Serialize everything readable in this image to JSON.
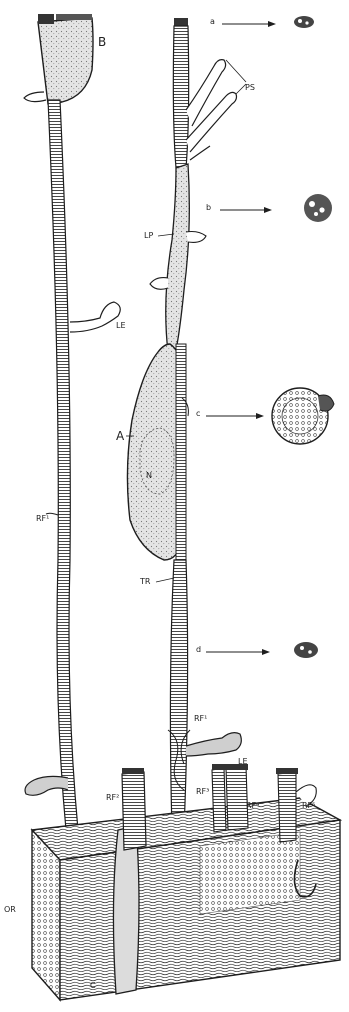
{
  "figure": {
    "labels": {
      "B": "B",
      "PS": "PS",
      "LP": "LP",
      "LE_upper": "LE",
      "LE_lower": "LE",
      "A": "A",
      "N": "N",
      "TR": "TR",
      "RF1_left": "RF¹",
      "RF1_mid": "RF¹",
      "RF2": "RF²",
      "RF3": "RF³",
      "RF4": "RF⁴",
      "RF5": "RF⁵",
      "OR": "OR",
      "C": "C",
      "sec_a": "a",
      "sec_b": "b",
      "sec_c": "c",
      "sec_d": "d"
    },
    "colors": {
      "ink": "#1e1e1e",
      "fill": "#dcdcdc",
      "paper": "#ffffff"
    }
  }
}
